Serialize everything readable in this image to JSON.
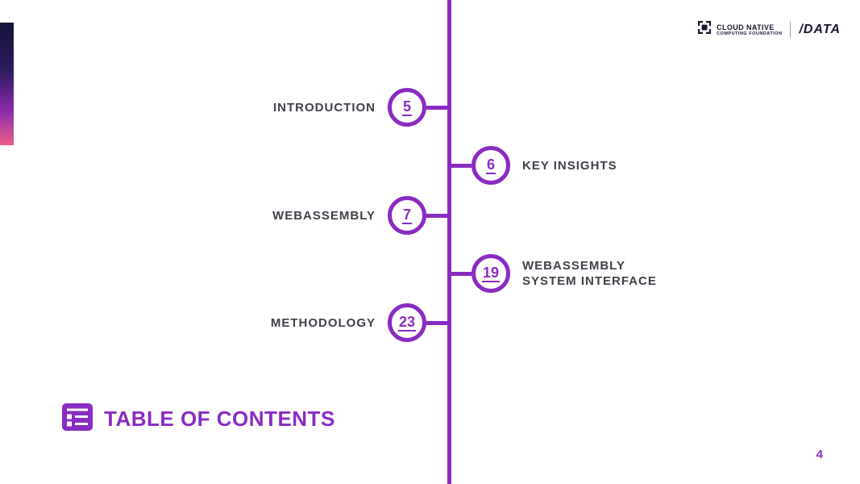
{
  "slide": {
    "title": "TABLE OF CONTENTS",
    "page_number": "4"
  },
  "logos": {
    "cncf_line1": "CLOUD NATIVE",
    "cncf_line2": "COMPUTING FOUNDATION",
    "slashdata": "/DATA"
  },
  "toc": {
    "items": [
      {
        "label": "INTRODUCTION",
        "page": "5",
        "side": "left"
      },
      {
        "label": "KEY INSIGHTS",
        "page": "6",
        "side": "right"
      },
      {
        "label": "WEBASSEMBLY",
        "page": "7",
        "side": "left"
      },
      {
        "label": "WEBASSEMBLY SYSTEM INTERFACE",
        "page": "19",
        "side": "right"
      },
      {
        "label": "METHODOLOGY",
        "page": "23",
        "side": "left"
      }
    ]
  },
  "colors": {
    "accent_purple": "#8a2bc2",
    "text_dark": "#3f3f4a",
    "logo_navy": "#16162e",
    "gradient_top": "#15153a",
    "gradient_mid": "#8a2ba8",
    "gradient_bottom": "#ee5c8c"
  }
}
